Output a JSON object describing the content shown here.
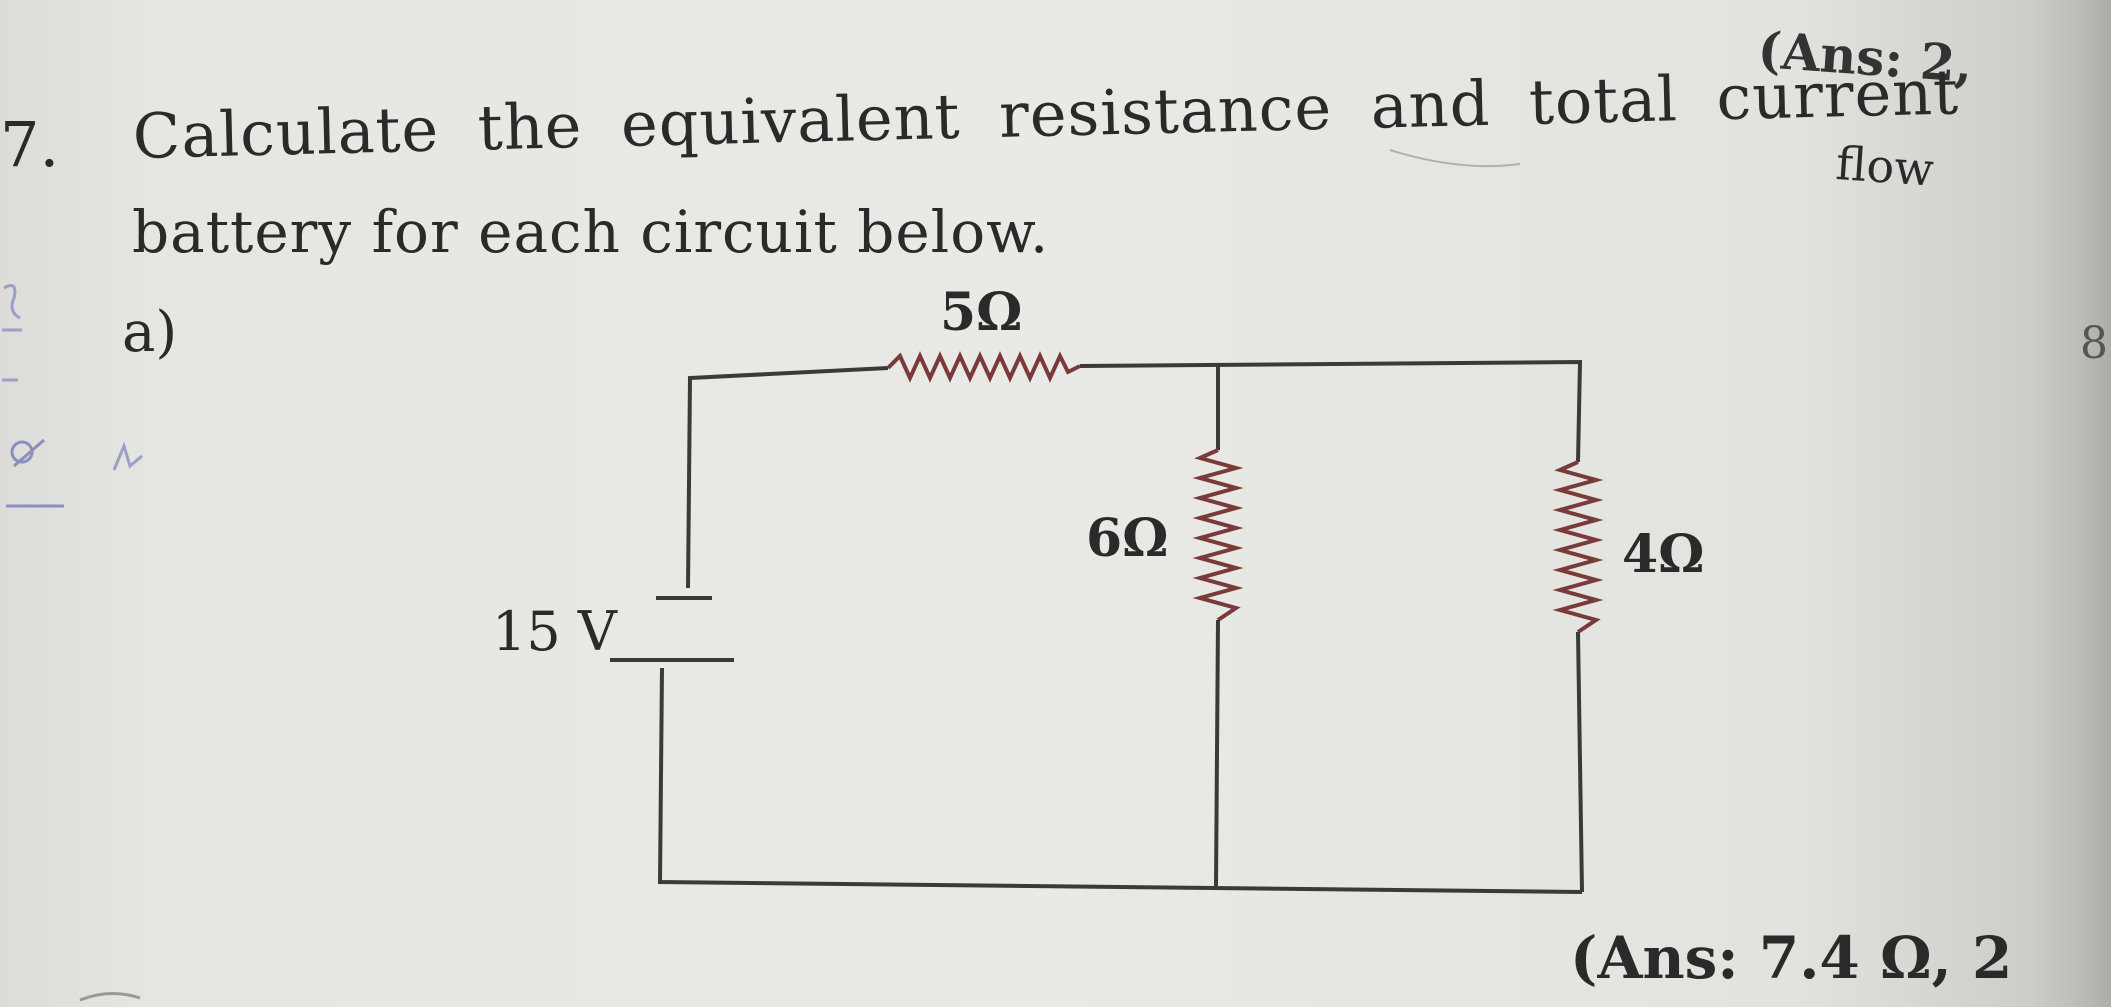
{
  "question": {
    "number": "7.",
    "line1": "Calculate the equivalent resistance and total current",
    "line1_tail": "flow",
    "line2": "battery for each circuit below."
  },
  "top_answer": "(Ans: 2,",
  "part": {
    "label": "a)"
  },
  "circuit": {
    "battery_label": "15 V",
    "resistor_top_label": "5Ω",
    "resistor_middle_label": "6Ω",
    "resistor_right_label": "4Ω",
    "wire_color": "#3a3a3a",
    "resistor_color": "#7a3a3a"
  },
  "bottom_answer": "(Ans: 7.4 Ω, 2",
  "margin_number": "8"
}
